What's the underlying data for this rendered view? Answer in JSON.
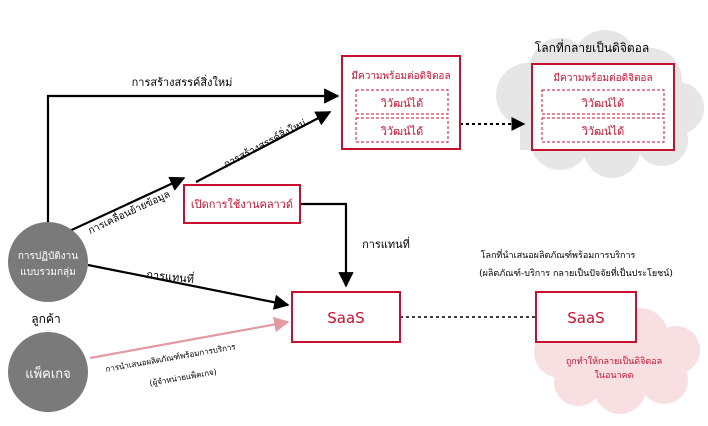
{
  "top_right_title": "โลกที่กลายเป็นดิจิตอล",
  "arrow_labels": {
    "top_create": "การสร้างสรรค์สิ่งใหม่",
    "diag_create": "การสร้างสรรค์สิ่งใหม่",
    "move_data": "การเคลื่อนย้ายข้อมูล",
    "replace_down": "การแทนที่",
    "replace_mid": "การแทนที่"
  },
  "digital_ready_box": {
    "title": "มีความพร้อมต่อดิจิตอล",
    "item1": "วิวัฒน์ได้",
    "item2": "วิวัฒน์ได้"
  },
  "digital_ready_box_right": {
    "title": "มีความพร้อมต่อดิจิตอล",
    "item1": "วิวัฒน์ได้",
    "item2": "วิวัฒน์ได้"
  },
  "cloud_box": "เปิดการใช้งานคลาวด์",
  "saas_left": "SaaS",
  "saas_right": "SaaS",
  "customer_label": "ลูกค้า",
  "operations_circle": {
    "line1": "การปฏิบัติงาน",
    "line2": "แบบรวมกลุ่ม"
  },
  "package_circle": "แพ็คเกจ",
  "service_world": {
    "line1": "โลกที่นำเสนอผลิตภัณฑ์พร้อมการบริการ",
    "line2": "(ผลิตภัณฑ์-บริการ กลายเป็นปัจจัยที่เป็นประโยชน์)"
  },
  "pink_cloud_text": {
    "line1": "ถูกทำให้กลายเป็นดิจิตอล",
    "line2": "ในอนาคต"
  },
  "package_offer": {
    "line1": "การนำเสนอผลิตภัณฑ์พร้อมการบริการ",
    "line2": "(ผู้จำหน่ายแพ็คเกจ)"
  },
  "colors": {
    "accent_red": "#c8102e",
    "grey_circle": "#7a7a7a",
    "pink_arrow": "#e29aa3",
    "pink_cloud": "#f8dfe2",
    "grey_cloud": "#e6e6e6"
  }
}
